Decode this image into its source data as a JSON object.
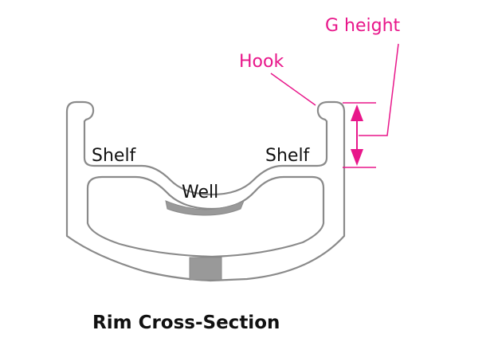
{
  "diagram": {
    "title": "Rim Cross-Section",
    "labels": {
      "shelf_left": "Shelf",
      "shelf_right": "Shelf",
      "well": "Well",
      "hook": "Hook",
      "g_height": "G height"
    },
    "colors": {
      "annotation": "#e8168a",
      "outline": "#8a8a8a",
      "fill_gray": "#999999",
      "text": "#111111"
    }
  }
}
